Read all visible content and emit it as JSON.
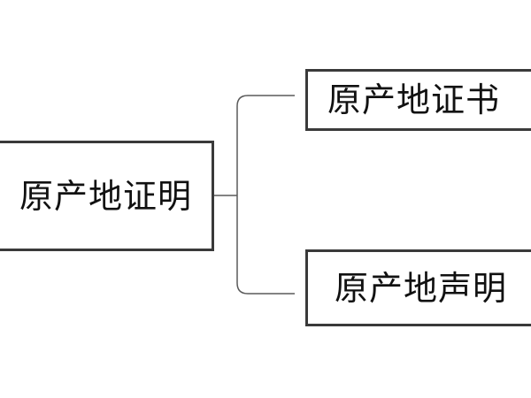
{
  "diagram": {
    "type": "tree",
    "root": {
      "label": "原产地证明"
    },
    "children": [
      {
        "label": "原产地证书"
      },
      {
        "label": "原产地声明"
      }
    ],
    "colors": {
      "border": "#3a3a3a",
      "line": "#5a5a5a",
      "text": "#111111",
      "background": "#ffffff"
    }
  }
}
